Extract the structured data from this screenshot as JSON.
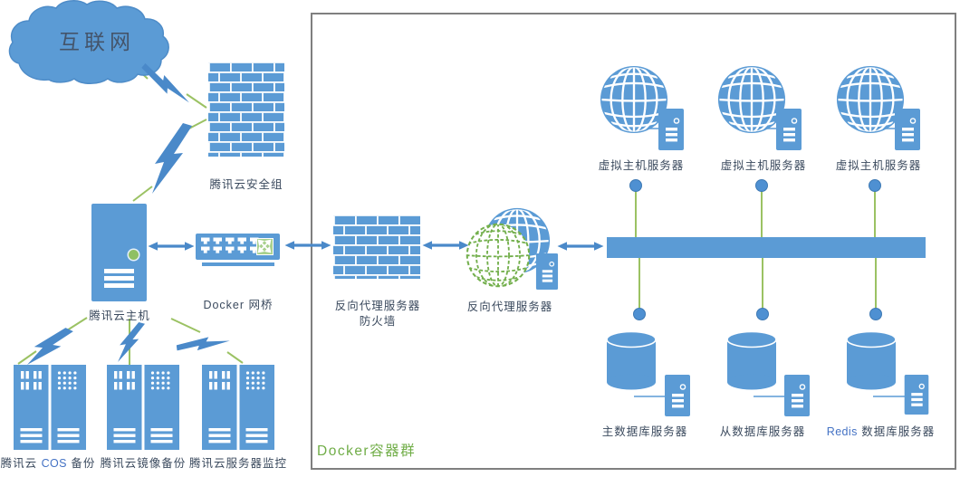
{
  "diagram": {
    "container_box_label": "Docker容器群",
    "nodes": {
      "internet": "互联网",
      "security_group": "腾讯云安全组",
      "host": "腾讯云主机",
      "bridge_en": "Docker ",
      "bridge_zh": "网桥",
      "proxy_firewall_line1": "反向代理服务器",
      "proxy_firewall_line2": "防火墙",
      "reverse_proxy": "反向代理服务器",
      "virtual_hosts": [
        "虚拟主机服务器",
        "虚拟主机服务器",
        "虚拟主机服务器"
      ],
      "db_master": "主数据库服务器",
      "db_slave": "从数据库服务器",
      "db_redis_en": "Redis",
      "db_redis_zh": " 数据库服务器",
      "backup_cos_pre": "腾讯云 ",
      "backup_cos_en": "COS",
      "backup_cos_post": " 备份",
      "backup_image": "腾讯云镜像备份",
      "backup_monitor": "腾讯云服务器监控"
    },
    "icons": {
      "internet": "cloud",
      "security_group": "brick-firewall",
      "host": "server-tower",
      "bridge": "network-switch",
      "reverse_proxy": "globe-with-server",
      "virtual_host": "globe-with-server",
      "database": "cylinder-with-server",
      "backup": "rack-server",
      "link_burst": "lightning-bolt",
      "flow": "double-headed-arrow",
      "lan": "bus-bar"
    },
    "colors": {
      "shape_blue": "#5B9BD5",
      "arrow_blue": "#4A89C9",
      "connector_green": "#9BC263",
      "accent_green": "#70AD47",
      "container_border_gray": "#7F7F7F",
      "label_navy": "#3B4A5E",
      "latin_blue": "#4472C4"
    }
  }
}
